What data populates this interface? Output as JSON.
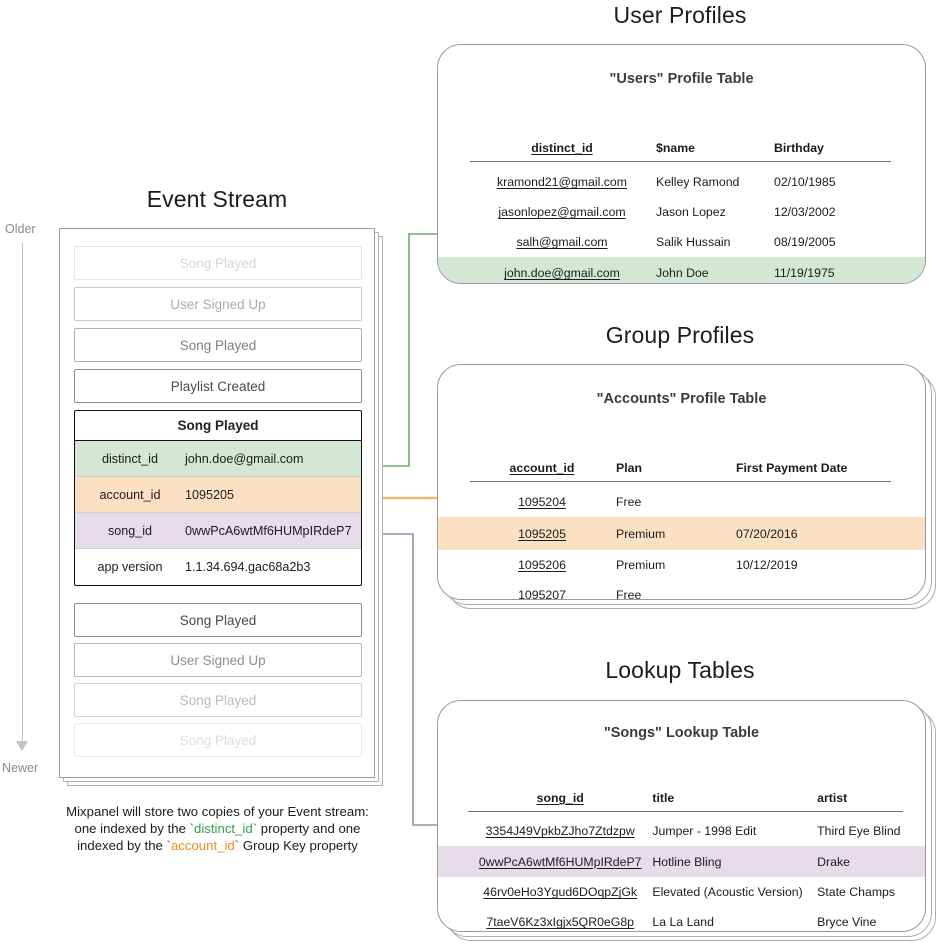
{
  "timeline": {
    "older": "Older",
    "newer": "Newer"
  },
  "event_stream": {
    "title": "Event Stream",
    "events_before": [
      {
        "label": "Song Played",
        "opacity": 0.22
      },
      {
        "label": "User Signed Up",
        "opacity": 0.45
      },
      {
        "label": "Song Played",
        "opacity": 0.7
      },
      {
        "label": "Playlist Created",
        "opacity": 1.0
      }
    ],
    "expanded_event": {
      "name": "Song Played",
      "properties": [
        {
          "key": "distinct_id",
          "value": "john.doe@gmail.com",
          "highlight": "green"
        },
        {
          "key": "account_id",
          "value": "1095205",
          "highlight": "orange"
        },
        {
          "key": "song_id",
          "value": "0wwPcA6wtMf6HUMpIRdeP7",
          "highlight": "purple"
        },
        {
          "key": "app version",
          "value": "1.1.34.694.gac68a2b3",
          "highlight": "none"
        }
      ]
    },
    "events_after": [
      {
        "label": "Song Played",
        "opacity": 1.0
      },
      {
        "label": "User Signed Up",
        "opacity": 0.62
      },
      {
        "label": "Song Played",
        "opacity": 0.38
      },
      {
        "label": "Song Played",
        "opacity": 0.18
      }
    ],
    "caption": {
      "line1": "Mixpanel will store two copies of your Event stream:",
      "line2_a": "one indexed by the ",
      "line2_code": "distinct_id",
      "line2_b": " property and one",
      "line3_a": "indexed by the ",
      "line3_code": "account_id",
      "line3_b": " Group Key property"
    }
  },
  "user_profiles": {
    "section_title": "User Profiles",
    "table_title": "\"Users\" Profile Table",
    "columns": [
      "distinct_id",
      "$name",
      "Birthday"
    ],
    "rows": [
      {
        "cells": [
          "kramond21@gmail.com",
          "Kelley Ramond",
          "02/10/1985"
        ],
        "highlight": "none"
      },
      {
        "cells": [
          "jasonlopez@gmail.com",
          "Jason Lopez",
          "12/03/2002"
        ],
        "highlight": "none"
      },
      {
        "cells": [
          "salh@gmail.com",
          "Salik Hussain",
          "08/19/2005"
        ],
        "highlight": "none"
      },
      {
        "cells": [
          "john.doe@gmail.com",
          "John Doe",
          "11/19/1975"
        ],
        "highlight": "green"
      }
    ]
  },
  "group_profiles": {
    "section_title": "Group Profiles",
    "table_title": "\"Accounts\" Profile Table",
    "columns": [
      "account_id",
      "Plan",
      "First Payment Date"
    ],
    "rows": [
      {
        "cells": [
          "1095204",
          "Free",
          ""
        ],
        "highlight": "none"
      },
      {
        "cells": [
          "1095205",
          "Premium",
          "07/20/2016"
        ],
        "highlight": "orange"
      },
      {
        "cells": [
          "1095206",
          "Premium",
          "10/12/2019"
        ],
        "highlight": "none"
      },
      {
        "cells": [
          "1095207",
          "Free",
          ""
        ],
        "highlight": "none"
      }
    ]
  },
  "lookup_tables": {
    "section_title": "Lookup Tables",
    "table_title": "\"Songs\" Lookup Table",
    "columns": [
      "song_id",
      "title",
      "artist"
    ],
    "rows": [
      {
        "cells": [
          "3354J49VpkbZJho7Ztdzpw",
          "Jumper - 1998 Edit",
          "Third Eye Blind"
        ],
        "highlight": "none"
      },
      {
        "cells": [
          "0wwPcA6wtMf6HUMpIRdeP7",
          "Hotline Bling",
          "Drake"
        ],
        "highlight": "purple"
      },
      {
        "cells": [
          "46rv0eHo3Ygud6DOqpZjGk",
          "Elevated (Acoustic Version)",
          "State Champs"
        ],
        "highlight": "none"
      },
      {
        "cells": [
          "7taeV6Kz3xIgjx5QR0eG8p",
          "La La Land",
          "Bryce Vine"
        ],
        "highlight": "none"
      }
    ]
  },
  "colors": {
    "green": "#d4e7d4",
    "orange": "#fce0c4",
    "purple": "#e7dcea",
    "green_line": "#6aab6a",
    "orange_line": "#f0b96a",
    "purple_line": "#9b8aa6",
    "code_green": "#36a04a",
    "code_orange": "#f08a1e"
  }
}
